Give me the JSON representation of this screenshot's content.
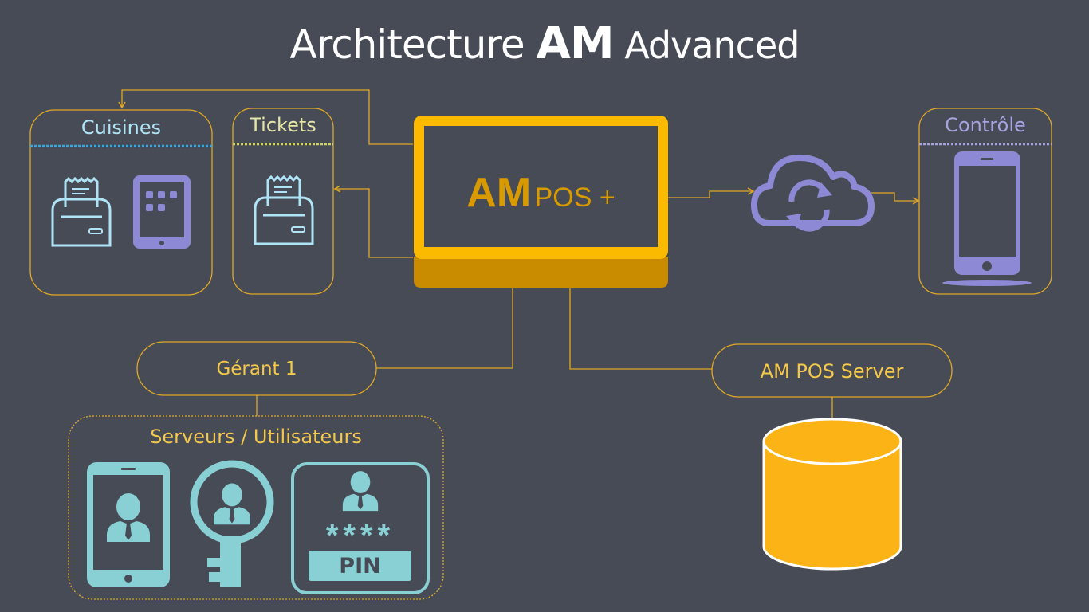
{
  "title": {
    "part1": "Architecture ",
    "part2": "AM",
    "part3": " Advanced"
  },
  "nodes": {
    "cuisines": "Cuisines",
    "tickets": "Tickets",
    "pos_brand": "AM",
    "pos_label": "POS +",
    "controle": "Contrôle",
    "gerant": "Gérant 1",
    "server": "AM POS Server",
    "serveurs": "Serveurs / Utilisateurs",
    "pin_mask": "****",
    "pin": "PIN"
  },
  "colors": {
    "background": "#474b56",
    "connector": "#e0a826",
    "monitor": "#fbba00",
    "monitor_base": "#c98c00",
    "brand_text": "#d99a00",
    "cyan_text": "#aee4f5",
    "tickets_text": "#e6e6a8",
    "purple": "#8d89d4",
    "teal": "#89d0d4",
    "database": "#fbb316"
  }
}
